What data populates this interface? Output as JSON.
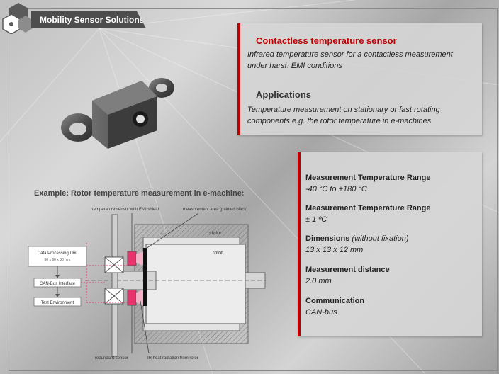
{
  "header": {
    "title": "Mobility Sensor Solutions"
  },
  "product": {
    "title": "Contactless temperature sensor",
    "description": "Infrared temperature sensor for a contactless measurement under harsh EMI conditions"
  },
  "applications": {
    "title": "Applications",
    "description": "Temperature measurement on stationary or fast rotating components e.g. the rotor temperature in e-machines"
  },
  "specs": [
    {
      "label": "Measurement Temperature Range",
      "label_note": "",
      "value": "-40 °C to +180 °C"
    },
    {
      "label": "Measurement Temperature Range",
      "label_note": "",
      "value": "± 1 ºC"
    },
    {
      "label": "Dimensions",
      "label_note": "(without fixation)",
      "value": "13 x 13 x 12 mm"
    },
    {
      "label": "Measurement distance",
      "label_note": "",
      "value": "2.0 mm"
    },
    {
      "label": "Communication",
      "label_note": "",
      "value": "CAN-bus"
    }
  ],
  "example": {
    "title": "Example: Rotor temperature measurement in e-machine:",
    "labels": {
      "sensor_emi": "temperature sensor with EMI shield",
      "measurement_area": "measurement area (painted black)",
      "stator": "stator",
      "rotor": "rotor",
      "dpu": "Data Processing Unit",
      "dpu_size": "60 x 60 x 30 mm",
      "canbus": "CAN-Bus Interface",
      "test_env": "Test Environment",
      "redundant": "redundant sensor",
      "ir": "IR heat radiation from rotor"
    }
  },
  "colors": {
    "accent": "#c00000",
    "header_bg": "#4d4d4d",
    "sensor_pink": "#e8336d"
  }
}
